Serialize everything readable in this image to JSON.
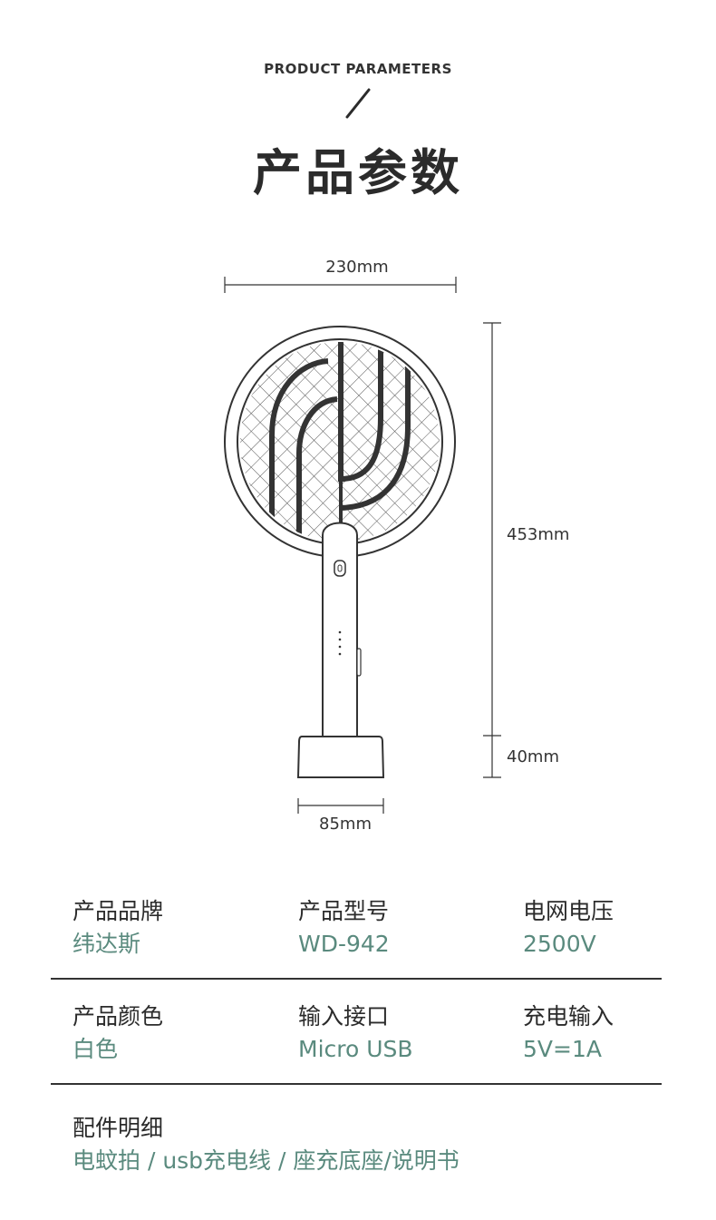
{
  "header": {
    "subtitle_en": "PRODUCT PARAMETERS",
    "title": "产品参数"
  },
  "dimensions": {
    "width": "230mm",
    "height": "453mm",
    "base_height": "40mm",
    "base_width": "85mm"
  },
  "params": {
    "rows": [
      [
        {
          "label": "产品品牌",
          "value": "纬达斯"
        },
        {
          "label": "产品型号",
          "value": "WD-942"
        },
        {
          "label": "电网电压",
          "value": "2500V"
        }
      ],
      [
        {
          "label": "产品颜色",
          "value": "白色"
        },
        {
          "label": "输入接口",
          "value": "Micro USB"
        },
        {
          "label": "充电输入",
          "value": "5V=1A"
        }
      ]
    ],
    "accessories": {
      "label": "配件明细",
      "value": "电蚊拍 / usb充电线 / 座充底座/说明书"
    }
  },
  "colors": {
    "accent": "#5a8a7e",
    "text": "#2b2b2b",
    "line": "#333333"
  }
}
